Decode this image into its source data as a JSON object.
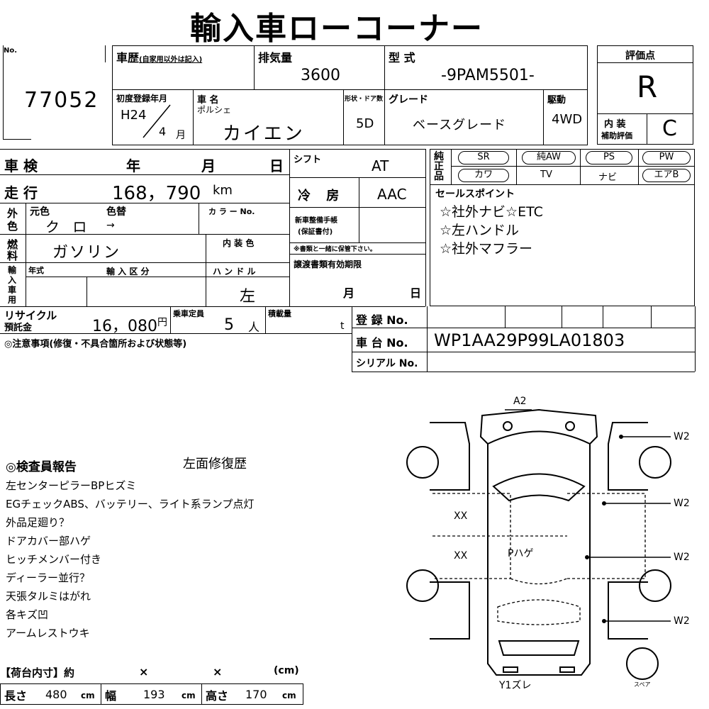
{
  "title": "輸入車ローコーナー",
  "header": {
    "no_label": "No.",
    "no_value": "77052",
    "history_label": "車歴",
    "history_note": "(自家用以外は記入)",
    "displacement_label": "排気量",
    "displacement_value": "3600",
    "model_label": "型 式",
    "model_value": "-9PAM5501-",
    "score_label": "評価点",
    "score_value": "R",
    "first_reg_label": "初度登録年月",
    "first_reg_era": "H24",
    "first_reg_month": "4",
    "first_reg_month_unit": "月",
    "car_name_label": "車 名",
    "maker": "ポルシェ",
    "car_name": "カイエン",
    "doors_label": "形状・ドア数",
    "doors_value": "5D",
    "grade_label": "グレード",
    "grade_value": "ベースグレード",
    "drive_label": "駆動",
    "drive_value": "4WD",
    "interior_label_1": "内 装",
    "interior_label_2": "補助評価",
    "interior_value": "C"
  },
  "details": {
    "inspection_label": "車 検",
    "year_label": "年",
    "month_label": "月",
    "day_label": "日",
    "shift_label": "シフト",
    "shift_value": "AT",
    "mileage_label": "走 行",
    "mileage_value": "168，790",
    "mileage_unit": "km",
    "ac_label": "冷 房",
    "ac_value": "AAC",
    "exterior_label_1": "外",
    "exterior_label_2": "色",
    "orig_color_label": "元色",
    "repaint_label": "色替",
    "color_no_label": "カ ラ ー No.",
    "color_value": "ク ロ",
    "color_arrow": "→",
    "fuel_label_1": "燃",
    "fuel_label_2": "料",
    "fuel_value": "ガソリン",
    "interior_color_label": "内 装 色",
    "service_book_label_1": "新車整備手帳",
    "service_book_label_2": "(保証書付)",
    "service_book_note": "※書類と一緒に保管下さい。",
    "import_label_1": "輸",
    "import_label_2": "入",
    "import_label_3": "車",
    "import_label_4": "用",
    "model_year_label": "年式",
    "import_type_label": "輸 入 区 分",
    "handle_label": "ハ ン ド ル",
    "handle_value": "左",
    "transfer_label": "譲渡書類有効期限",
    "transfer_month": "月",
    "transfer_day": "日",
    "equip_label_1": "純",
    "equip_label_2": "正",
    "equip_label_3": "品",
    "equipment_row1": [
      "SR",
      "純AW",
      "PS",
      "PW"
    ],
    "equipment_row2": [
      "カワ",
      "TV",
      "ナビ",
      "エアB"
    ],
    "sales_point_label": "セールスポイント",
    "sales_points": [
      "☆社外ナビ☆ETC",
      "☆左ハンドル",
      "☆社外マフラー"
    ],
    "recycle_label_1": "リサイクル",
    "recycle_label_2": "預託金",
    "recycle_value": "16，080",
    "recycle_unit": "円",
    "capacity_label": "乗車定員",
    "capacity_value": "5",
    "capacity_unit": "人",
    "load_label": "積載量",
    "load_unit": "t",
    "reg_no_label": "登 録 No.",
    "chassis_label": "車 台 No.",
    "chassis_value": "WP1AA29P99LA01803",
    "serial_label": "シリアル No.",
    "caution_label": "◎注意事項(修復・不具合箇所および状態等)"
  },
  "report": {
    "heading": "◎検査員報告",
    "headline": "左面修復歴",
    "lines": [
      "左センターピラーBPヒズミ",
      "EGチェックABS、バッテリー、ライト系ランプ点灯",
      "外品足廻り？",
      "ドアカバー部ハゲ",
      "ヒッチメンバー付き",
      "ディーラー並行？",
      "天張タルミはがれ",
      "各キズ凹",
      "アームレストウキ"
    ]
  },
  "cargo": {
    "heading": "【荷台内寸】約",
    "x1": "×",
    "x2": "×",
    "unit_hdr": "(cm)",
    "length_label": "長さ",
    "length_value": "480",
    "width_label": "幅",
    "width_value": "193",
    "height_label": "高さ",
    "height_value": "170",
    "unit": "cm"
  },
  "diagram": {
    "a2": "A2",
    "w2": [
      "W2",
      "W2",
      "W2",
      "W2"
    ],
    "xx": [
      "XX",
      "XX"
    ],
    "p_hage": "Pハゲ",
    "y1": "Y1ズレ",
    "spare": "スペア"
  }
}
